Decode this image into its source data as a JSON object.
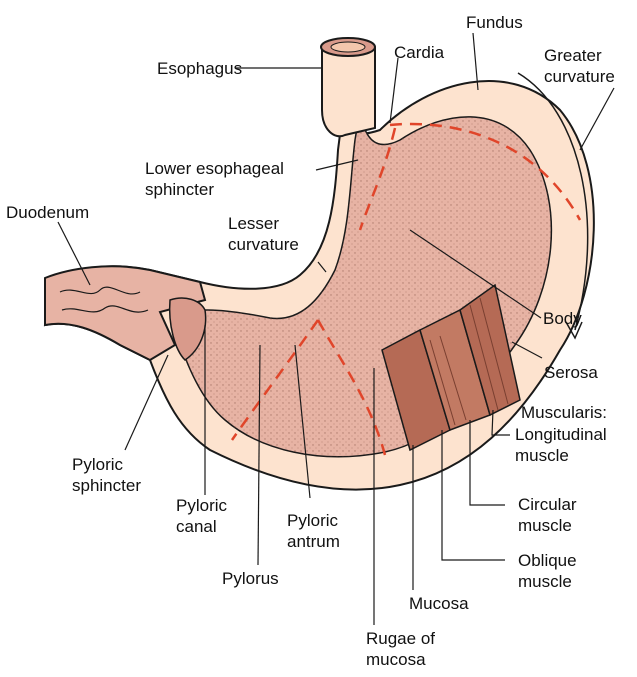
{
  "labels": {
    "esophagus": "Esophagus",
    "cardia": "Cardia",
    "fundus": "Fundus",
    "greater_curvature": [
      "Greater",
      "curvature"
    ],
    "lower_esophageal_sphincter": [
      "Lower esophageal",
      "sphincter"
    ],
    "duodenum": "Duodenum",
    "lesser_curvature": [
      "Lesser",
      "curvature"
    ],
    "body": "Body",
    "serosa": "Serosa",
    "muscularis": "Muscularis:",
    "longitudinal_muscle": [
      "Longitudinal",
      "muscle"
    ],
    "circular_muscle": [
      "Circular",
      "muscle"
    ],
    "oblique_muscle": [
      "Oblique",
      "muscle"
    ],
    "pyloric_sphincter": [
      "Pyloric",
      "sphincter"
    ],
    "pyloric_canal": [
      "Pyloric",
      "canal"
    ],
    "pyloric_antrum": [
      "Pyloric",
      "antrum"
    ],
    "pylorus": "Pylorus",
    "mucosa": "Mucosa",
    "rugae_of_mucosa": [
      "Rugae of",
      "mucosa"
    ]
  },
  "colors": {
    "outline": "#1a1a1a",
    "serosa_fill": "#fde3cf",
    "wall_fill": "#f4c7ad",
    "mucosa_fill": "#e7b3a4",
    "rugae_fill": "#d99a8b",
    "muscle_fill": "#b56a55",
    "dashed_line": "#e0452a"
  }
}
